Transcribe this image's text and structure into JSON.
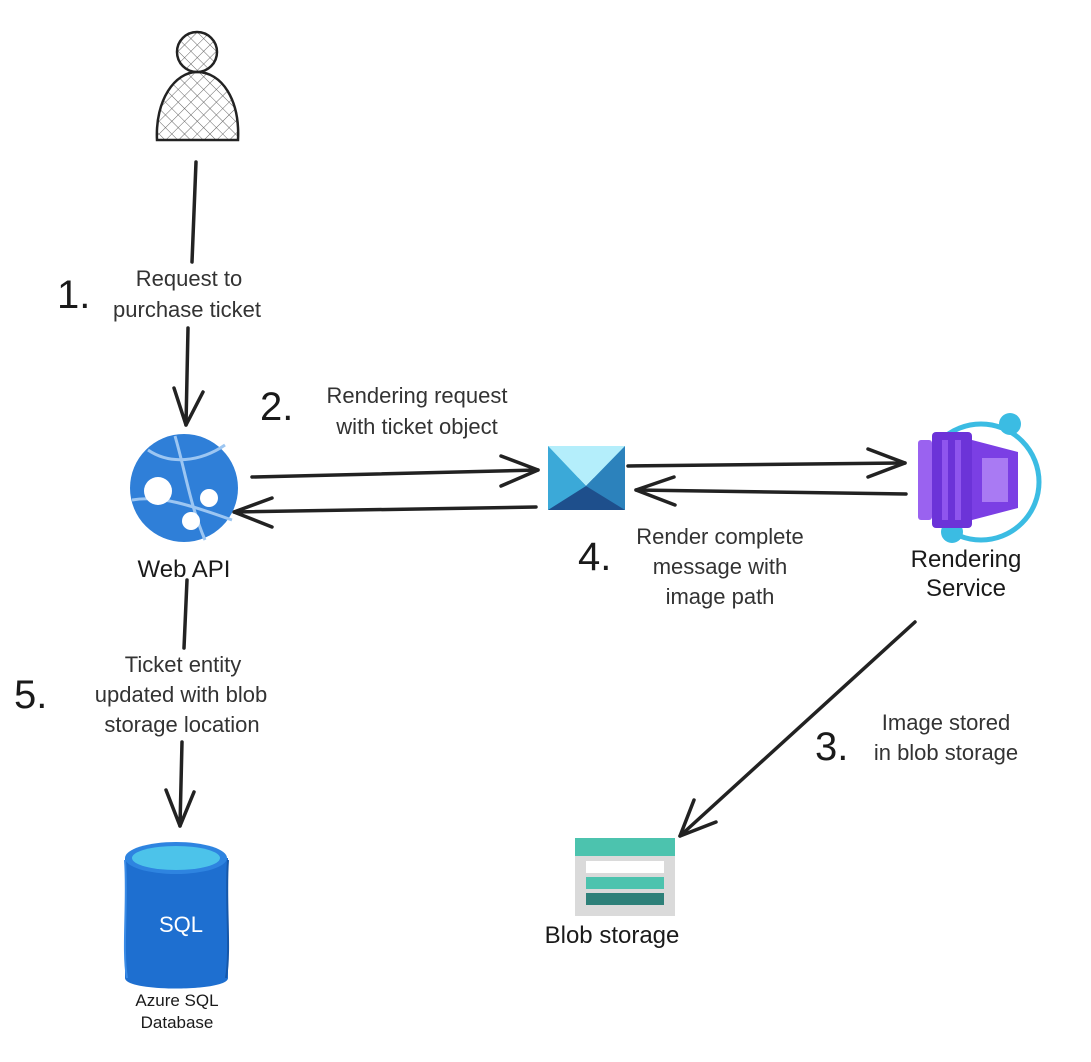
{
  "nodes": {
    "user": {
      "label": ""
    },
    "web_api": {
      "label": "Web API"
    },
    "queue": {
      "label": ""
    },
    "rendering_service": {
      "label_line1": "Rendering",
      "label_line2": "Service"
    },
    "sql": {
      "icon_text": "SQL",
      "label_line1": "Azure SQL",
      "label_line2": "Database"
    },
    "blob": {
      "label": "Blob storage"
    }
  },
  "edges": {
    "step1": {
      "number": "1.",
      "line1": "Request to",
      "line2": "purchase ticket"
    },
    "step2": {
      "number": "2.",
      "line1": "Rendering request",
      "line2": "with ticket object"
    },
    "step3": {
      "number": "3.",
      "line1": "Image stored",
      "line2": "in blob storage"
    },
    "step4": {
      "number": "4.",
      "line1": "Render complete",
      "line2": "message with",
      "line3": "image path"
    },
    "step5": {
      "number": "5.",
      "line1": "Ticket entity",
      "line2": "updated with blob",
      "line3": "storage location"
    }
  },
  "colors": {
    "web_api_blue": "#2F7FD8",
    "queue_light": "#63D9F5",
    "queue_dark": "#1E4F8C",
    "service_purple": "#7B3FE4",
    "service_ring": "#3BBCE3",
    "sql_blue": "#1E6FD0",
    "sql_top": "#4CC3EA",
    "blob_teal": "#4CC3AE",
    "blob_dark": "#2D8079",
    "blob_frame": "#DADADA"
  }
}
